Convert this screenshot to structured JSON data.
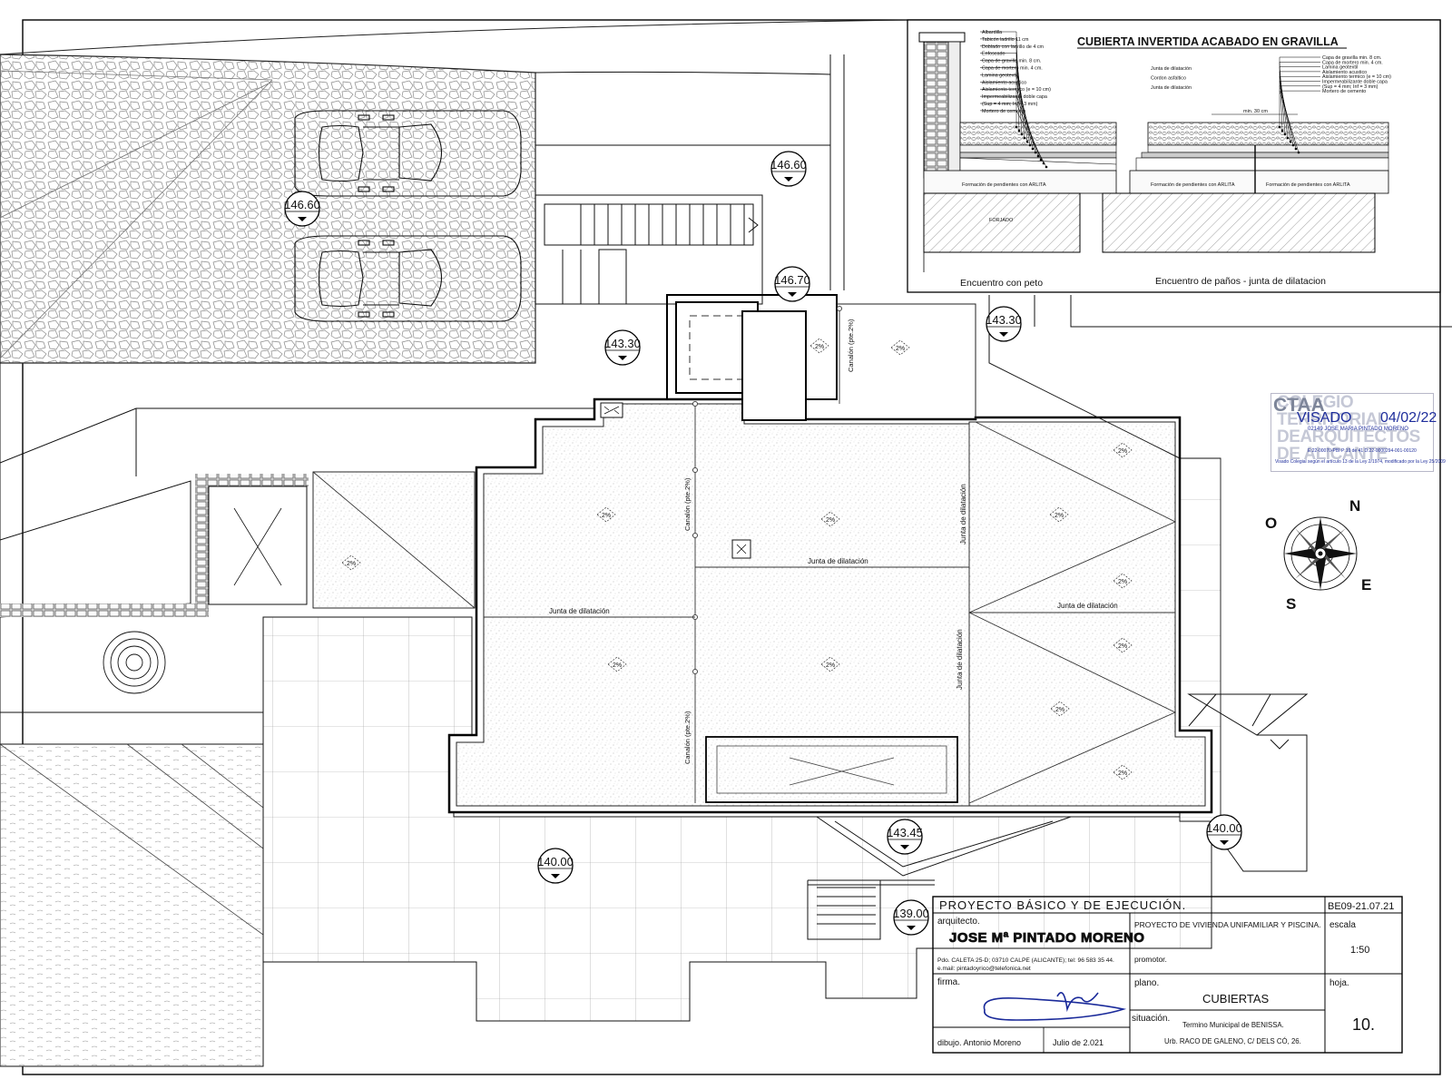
{
  "detail": {
    "title": "CUBIERTA INVERTIDA ACABADO EN GRAVILLA",
    "caption_left": "Encuentro con peto",
    "caption_right": "Encuentro de paños - junta de dilatacion",
    "labels_left": [
      "Albardilla",
      "Tabicón ladrillo 11 cm",
      "Doblado con ladrillo de 4 cm",
      "Enfoscado",
      "Capa de gravilla min. 8 cm.",
      "Capa de mortero min. 4 cm.",
      "Lamina geotextil",
      "Aislamiento acustico",
      "Aislamiento termico (e = 10 cm)",
      "Impermeabilizante doble capa",
      "(Sup = 4 mm; Inf = 3 mm)",
      "Mortero de cemento"
    ],
    "labels_mid": [
      "Junta de dilatación",
      "Cordon asfaltico",
      "Junta de dilatación"
    ],
    "labels_right": [
      "Capa de gravilla min. 8 cm.",
      "Capa de mortero min. 4 cm.",
      "Lamina geotextil",
      "Aislamiento acustico",
      "Aislamiento termico (e = 10 cm)",
      "Impermeabilizante doble capa",
      "(Sup = 4 mm; Inf = 3 mm)",
      "Mortero de cemento"
    ],
    "min_label": "min. 30 cm",
    "forjado": "FORJADO",
    "formacion_1": "Formación de pendientes con ARLITA",
    "formacion_2": "Formación de pendientes con ARLITA",
    "formacion_3": "Formación de pendientes con ARLITA"
  },
  "stamp": {
    "ctaa": "CTAA",
    "ghost": "COLEGIO\nTERRITORIAL\nDEARQUITECTOS\nDE ALICANTE",
    "visado": "VISADO",
    "date": "04/02/22",
    "name": "02149 JOSE MARIA PINTADO MORENO",
    "codes": "E:22-00070-PBI     P:10 de 41     D:22-0000294-001-00120",
    "law": "Visado Colegial según el artículo 13 de la Ley 2/1974, modificado por la Ley 25/2009"
  },
  "levels": [
    "146.60",
    "146.60",
    "146.70",
    "143.30",
    "143.30",
    "143.45",
    "140.00",
    "140.00",
    "139.00"
  ],
  "slope": "2%",
  "canalon": "Canalón (pte.2%)",
  "junta": "Junta de dilatación",
  "compass": {
    "n": "N",
    "o": "O",
    "e": "E",
    "s": "S"
  },
  "title_block": {
    "project_type": "PROYECTO BÁSICO Y DE EJECUCIÓN.",
    "code": "BE09-21.07.21",
    "arquitecto_label": "arquitecto.",
    "architect": "JOSE Mª PINTADO MORENO",
    "address": "Pdo. CALETA 25-D; 03710 CALPE (ALICANTE); tel: 96 583 35 44.",
    "email": "e.mail: pintadoyrico@telefonica.net",
    "project": "PROYECTO DE VIVIENDA UNIFAMILIAR Y PISCINA.",
    "promotor_label": "promotor.",
    "escala_label": "escala",
    "escala": "1:50",
    "firma_label": "firma.",
    "plano_label": "plano.",
    "plano": "CUBIERTAS",
    "hoja_label": "hoja.",
    "hoja": "10.",
    "situacion_label": "situación.",
    "situacion_1": "Termino Municipal de BENISSA.",
    "situacion_2": "Urb. RACO DE GALENO, C/ DELS CÓ, 26.",
    "dibujo": "dibujo.  Antonio Moreno",
    "fecha": "Julio de 2.021"
  }
}
